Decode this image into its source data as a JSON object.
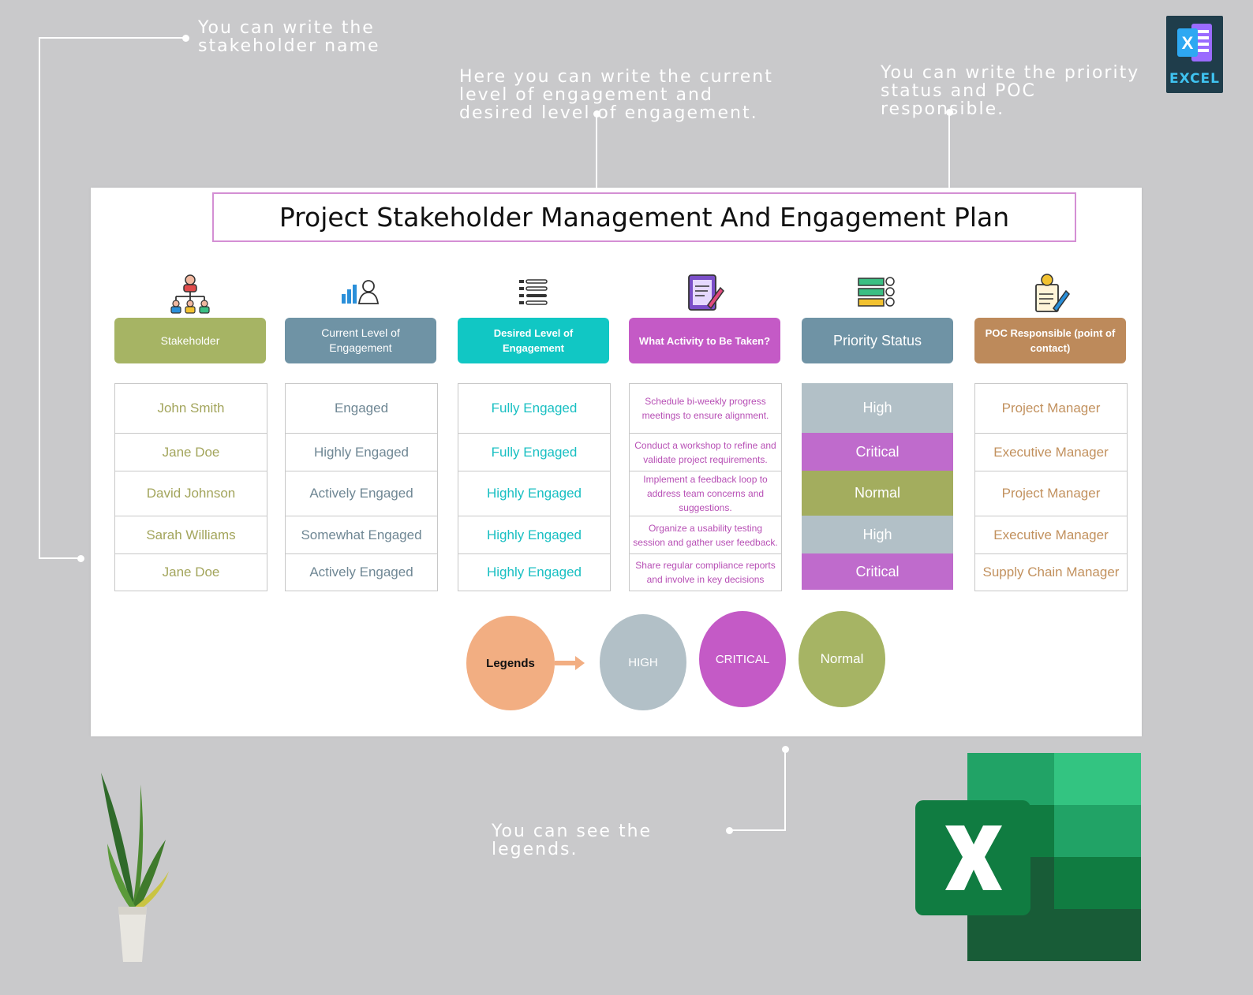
{
  "annotations": {
    "stakeholder": "You can write the stakeholder name",
    "engagement": "Here you can write the current level of engagement and desired level of engagement.",
    "priority": "You can write the priority status and POC responsible.",
    "legends": "You can see the legends."
  },
  "excel_badge": {
    "label": "EXCEL",
    "letter": "X"
  },
  "sheet": {
    "title": "Project Stakeholder Management And Engagement Plan",
    "columns": [
      {
        "header": "Stakeholder",
        "color": "#a6b464",
        "icon": "org-chart-icon",
        "cells": [
          "John Smith",
          "Jane Doe",
          "David Johnson",
          "Sarah Williams",
          "Jane Doe"
        ],
        "text_color": "#a3a55c"
      },
      {
        "header": "Current Level of Engagement",
        "color": "#6f93a5",
        "icon": "bar-chart-user-icon",
        "cells": [
          "Engaged",
          "Highly Engaged",
          "Actively Engaged",
          "Somewhat Engaged",
          "Actively Engaged"
        ],
        "text_color": "#6f8794"
      },
      {
        "header": "Desired Level of Engagement",
        "color": "#11c7c4",
        "icon": "sliders-list-icon",
        "cells": [
          "Fully Engaged",
          "Fully Engaged",
          "Highly Engaged",
          "Highly Engaged",
          "Highly Engaged"
        ],
        "text_color": "#18bfc2"
      },
      {
        "header": "What Activity to Be Taken?",
        "color": "#c45ac6",
        "icon": "clipboard-pen-icon",
        "cells": [
          "Schedule bi-weekly progress meetings to ensure alignment.",
          "Conduct a workshop to refine and validate project requirements.",
          "Implement a feedback loop to address team concerns and suggestions.",
          "Organize a usability testing session and gather user feedback.",
          "Share regular compliance reports and involve in key decisions"
        ],
        "text_color": "#b74fb5"
      },
      {
        "header": "Priority Status",
        "color": "#6f93a5",
        "icon": "server-checklist-icon",
        "cells": [
          "High",
          "Critical",
          "Normal",
          "High",
          "Critical"
        ]
      },
      {
        "header": "POC Responsible (point of contact)",
        "color": "#bd8a5b",
        "icon": "idea-document-icon",
        "cells": [
          "Project Manager",
          "Executive Manager",
          "Project Manager",
          "Executive Manager",
          "Supply Chain Manager"
        ],
        "text_color": "#c2915e"
      }
    ],
    "priority_colors": {
      "High": "#b2c0c7",
      "Critical": "#bf6bcc",
      "Normal": "#a3ad5e"
    },
    "legend": {
      "label": "Legends",
      "items": [
        {
          "label": "HIGH",
          "color": "#b2c0c7"
        },
        {
          "label": "CRITICAL",
          "color": "#c45ac6"
        },
        {
          "label": "Normal",
          "color": "#a6b464"
        }
      ],
      "label_color": "#f2ae82"
    }
  }
}
